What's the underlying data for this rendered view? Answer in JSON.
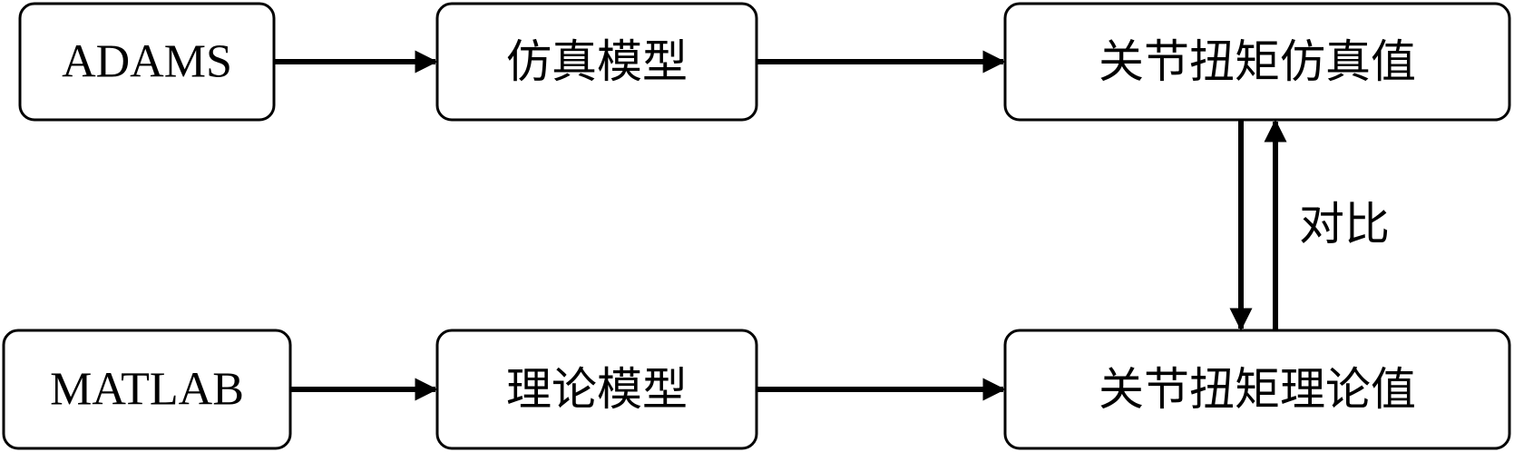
{
  "nodes": {
    "adams": "ADAMS",
    "sim_model": "仿真模型",
    "sim_value": "关节扭矩仿真值",
    "matlab": "MATLAB",
    "theory_model": "理论模型",
    "theory_value": "关节扭矩理论值"
  },
  "edges": {
    "compare_label": "对比"
  },
  "colors": {
    "stroke": "#000000",
    "fill": "#ffffff"
  }
}
